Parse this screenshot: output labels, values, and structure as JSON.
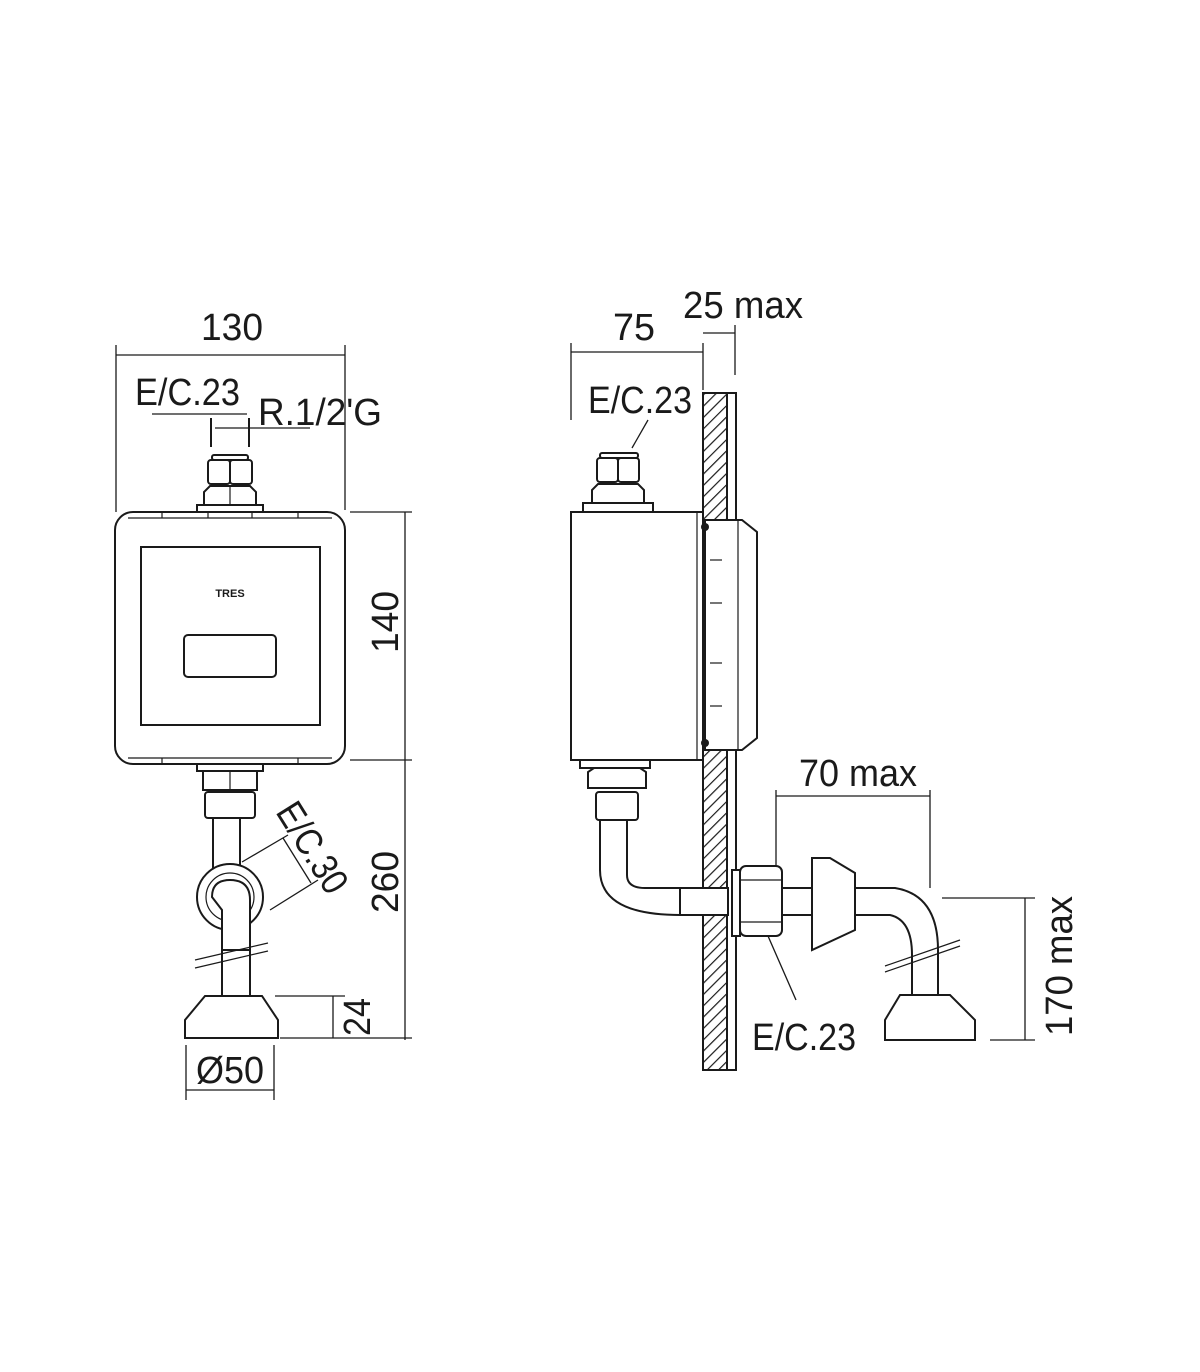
{
  "front_view": {
    "width_dim": "130",
    "nut_key_top": "E/C.23",
    "thread_label": "R.1/2'G",
    "height_dim": "140",
    "elbow_key": "E/C.30",
    "total_height_dim": "260",
    "foot_height_dim": "24",
    "foot_diameter_dim": "Ø50",
    "logo_text": "TRES"
  },
  "side_view": {
    "depth_dim": "75",
    "wall_dim": "25 max",
    "nut_key_top": "E/C.23",
    "offset_dim": "70 max",
    "drop_dim": "170 max",
    "nut_key_bottom": "E/C.23"
  },
  "colors": {
    "line": "#1a1a1a",
    "background": "#ffffff"
  }
}
